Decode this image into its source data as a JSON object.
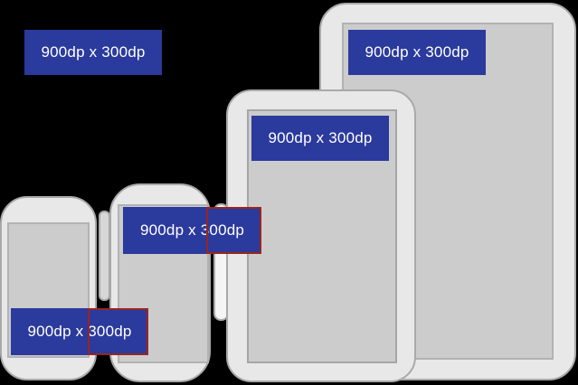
{
  "diagram": {
    "description": "Fixed 900dp x 300dp layout shown on different screen sizes",
    "banner_label": "900dp x 300dp"
  },
  "banners": {
    "standalone": {
      "label": "900dp x 300dp"
    },
    "large_tablet": {
      "label": "900dp x 300dp"
    },
    "medium_tablet": {
      "label": "900dp x 300dp"
    },
    "medium_phone": {
      "label": "900dp x 300dp"
    },
    "small_phone": {
      "label": "900dp x 300dp"
    }
  },
  "devices": [
    {
      "name": "large-tablet",
      "type": "tablet",
      "banner_fits": true
    },
    {
      "name": "medium-tablet",
      "type": "tablet",
      "banner_fits": true
    },
    {
      "name": "medium-phone",
      "type": "phone",
      "banner_fits": false,
      "overflow_marked": true
    },
    {
      "name": "small-phone",
      "type": "phone",
      "banner_fits": false,
      "overflow_marked": true
    }
  ],
  "colors": {
    "background": "#000000",
    "banner_blue": "#2B3A9D",
    "banner_text": "#FFFFFF",
    "overflow_red": "#9A241F",
    "device_body": "#E8E8E8",
    "device_border": "#A9A9A9",
    "screen_fill": "#CCCCCC",
    "screen_border": "#B2B2B2"
  }
}
